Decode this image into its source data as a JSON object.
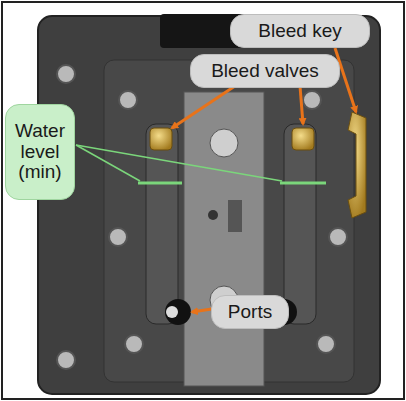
{
  "diagram": {
    "nodes": [
      {
        "text": [
          "Bleed key"
        ]
      },
      {
        "text": [
          "Bleed valves"
        ]
      },
      {
        "text": [
          "Water level (min)"
        ]
      },
      {
        "text": [
          "Ports"
        ]
      }
    ]
  }
}
